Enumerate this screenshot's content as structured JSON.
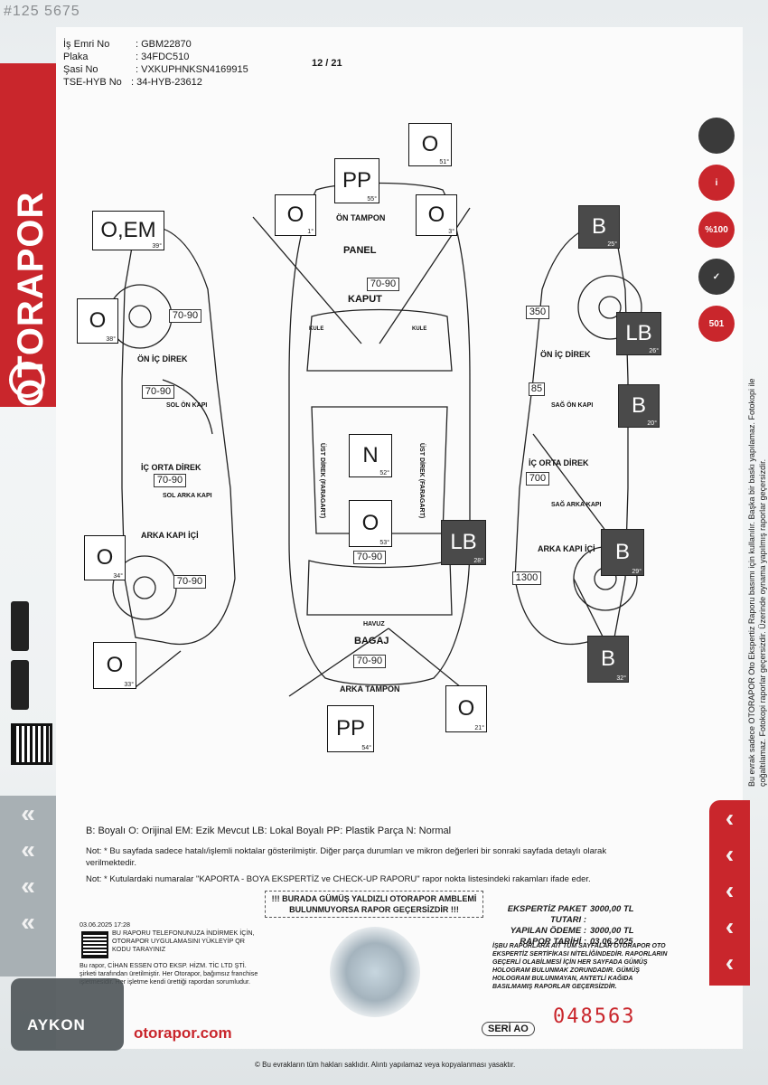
{
  "watermark": "#125 5675",
  "header": {
    "rows": [
      {
        "key": "İş Emri No",
        "value": ": GBM22870"
      },
      {
        "key": "Plaka",
        "value": ": 34FDC510"
      },
      {
        "key": "Şasi No",
        "value": ": VXKUPHNKSN4169915"
      },
      {
        "key": "TSE-HYB No",
        "value": ": 34-HYB-23612"
      }
    ],
    "page": "12 / 21"
  },
  "brand": "OTORAPOR",
  "badges": [
    "",
    "i",
    "%100",
    "✓",
    "501"
  ],
  "codes": {
    "on_tampon": {
      "code": "PP",
      "deg": "55°"
    },
    "top_right": {
      "code": "O",
      "deg": "51°"
    },
    "left_fender_front": {
      "code": "O",
      "deg": "1°"
    },
    "right_fender_front": {
      "code": "O",
      "deg": "3°"
    },
    "left_front_top": {
      "code": "O,EM",
      "deg": "39°"
    },
    "left_front_wheel": {
      "code": "O",
      "deg": "38°"
    },
    "left_rear_door": {
      "code": "O",
      "deg": "34°"
    },
    "left_rear_bottom": {
      "code": "O",
      "deg": "33°"
    },
    "roof": {
      "code": "N",
      "deg": "52°"
    },
    "trunk_area": {
      "code": "O",
      "deg": "53°"
    },
    "rear_quarter": {
      "code": "LB",
      "deg": "28°"
    },
    "arka_tampon": {
      "code": "PP",
      "deg": "54°"
    },
    "bagaj": {
      "code": "O",
      "deg": "21°"
    },
    "right_fender": {
      "code": "B",
      "deg": "25°"
    },
    "right_front_pillar": {
      "code": "LB",
      "deg": "26°"
    },
    "right_front_door": {
      "code": "B",
      "deg": "20°"
    },
    "right_rear_door": {
      "code": "B",
      "deg": "29°"
    },
    "right_rear_bottom": {
      "code": "B",
      "deg": "32°"
    }
  },
  "values": {
    "kaput": "70-90",
    "left_front": "70-90",
    "left_front_door": "70-90",
    "left_rear_door": "70-90",
    "left_rear": "70-90",
    "trunk": "70-90",
    "bagaj": "70-90",
    "right_front": "350",
    "right_front_door": "85",
    "right_rear_door": "700",
    "right_rear": "1300"
  },
  "labels": {
    "on_tampon": "ÖN TAMPON",
    "panel": "PANEL",
    "kaput": "KAPUT",
    "kule_l": "KULE",
    "kule_r": "KULE",
    "on_ic_direk_l": "ÖN İÇ DİREK",
    "ic_orta_direk_l": "İÇ ORTA DİREK",
    "arka_kapi_ici_l": "ARKA KAPI İÇİ",
    "sol_on_kapi": "SOL ÖN KAPI",
    "sol_arka_kapi": "SOL ARKA KAPI",
    "on_ic_direk_r": "ÖN İÇ DİREK",
    "ic_orta_direk_r": "İÇ ORTA DİREK",
    "arka_kapi_ici_r": "ARKA KAPI İÇİ",
    "sag_on_kapi": "SAĞ ÖN KAPI",
    "sag_arka_kapi": "SAĞ ARKA KAPI",
    "ust_direk_l": "ÜST DİREK (FARAGART)",
    "ust_direk_r": "ÜST DİREK (FARAGART)",
    "havuz": "HAVUZ",
    "bagaj": "BAGAJ",
    "arka_tampon": "ARKA TAMPON"
  },
  "legend": "B: Boyalı O: Orijinal EM: Ezik Mevcut LB: Lokal Boyalı PP: Plastik Parça N: Normal",
  "note1": "Not: * Bu sayfada sadece hatalı/işlemli noktalar gösterilmiştir. Diğer parça durumları ve mikron değerleri bir sonraki sayfada detaylı olarak verilmektedir.",
  "note2": "Not: * Kutulardaki numaralar \"KAPORTA - BOYA EKSPERTİZ ve CHECK-UP RAPORU\" rapor nokta listesindeki rakamları ifade eder.",
  "warning": [
    "!!! BURADA GÜMÜŞ YALDIZLI OTORAPOR AMBLEMİ",
    "BULUNMUYORSA RAPOR GEÇERSİZDİR !!!"
  ],
  "payment": [
    {
      "label": "EKSPERTİZ PAKET TUTARI :",
      "value": "3000,00 TL"
    },
    {
      "label": "YAPILAN ÖDEME :",
      "value": "3000,00 TL"
    },
    {
      "label": "RAPOR TARİHİ :",
      "value": "03.06.2025"
    }
  ],
  "validity": "İŞBU RAPORLARA AİT TÜM SAYFALAR OTORAPOR OTO EKSPERTİZ SERTİFİKASI NİTELİĞİNDEDİR. RAPORLARIN GEÇERLİ OLABİLMESİ İÇİN HER SAYFADA GÜMÜŞ HOLOGRAM BULUNMAK ZORUNDADIR. GÜMÜŞ HOLOGRAM BULUNMAYAN, ANTETLİ KAĞIDA BASILMAMIŞ RAPORLAR GEÇERSİZDİR.",
  "qr_note": {
    "date": "03.06.2025 17:28",
    "text": "BU RAPORU TELEFONUNUZA İNDİRMEK İÇİN, OTORAPOR UYGULAMASINI YÜKLEYİP QR KODU TARAYINIZ",
    "issuer": "Bu rapor, CİHAN ESSEN OTO EKSP. HİZM. TİC LTD ŞTİ. şirketi tarafından üretilmiştir. Her Otorapor, bağımsız franchise işletmesidir. Her işletme kendi ürettiği rapordan sorumludur."
  },
  "side_note": "Bu evrak sadece OTORAPOR Oto Ekspertiz Raporu basımı için kullanılır. Başka bir baskı yapılamaz. Fotokopi ile çoğaltılamaz. Fotokopi raporlar geçersizdir. Üzerinde oynama yapılmış raporlar geçersizdir.",
  "website": "otorapor.com",
  "seri": "SERİ AO",
  "serial": "048563",
  "aykon": "AYKON",
  "footer": "© Bu evrakların tüm hakları saklıdır. Alıntı yapılamaz veya kopyalanması yasaktır."
}
